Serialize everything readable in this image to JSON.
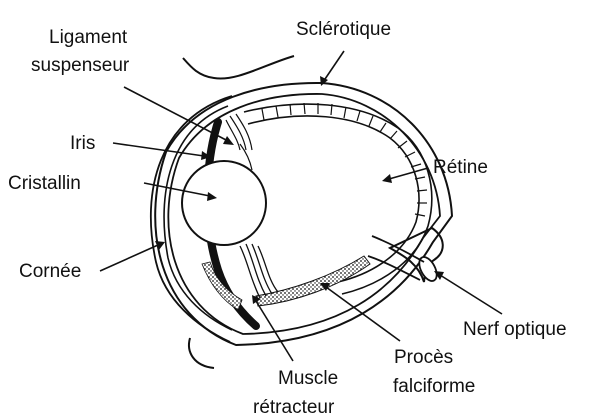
{
  "labels": {
    "sclerotique": "Sclérotique",
    "ligament_line1": "Ligament",
    "ligament_line2": "suspenseur",
    "iris": "Iris",
    "cristallin": "Cristallin",
    "retine": "Rétine",
    "cornee": "Cornée",
    "nerf_optique": "Nerf optique",
    "proces_line1": "Procès",
    "proces_line2": "falciforme",
    "muscle_line1": "Muscle",
    "muscle_line2": "rétracteur"
  },
  "colors": {
    "ink": "#111111",
    "background": "#ffffff"
  }
}
